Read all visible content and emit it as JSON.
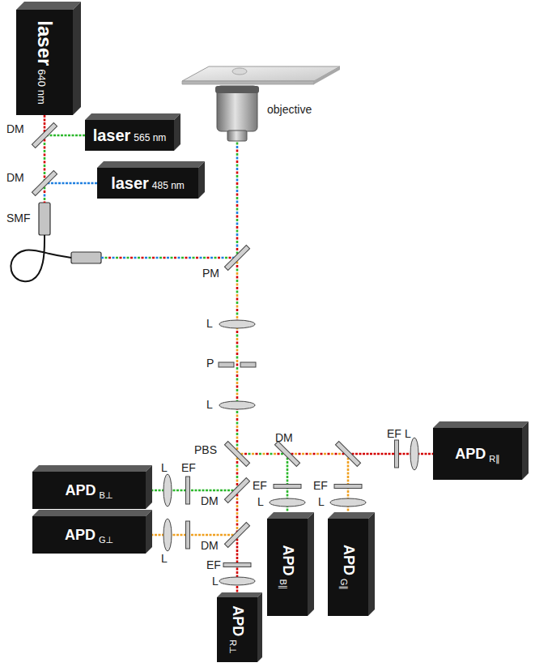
{
  "diagram": {
    "nodes": [
      {
        "text": [
          "laser",
          "640 nm"
        ]
      },
      {
        "text": [
          "laser",
          "565 nm"
        ]
      },
      {
        "text": [
          "laser",
          "485 nm"
        ]
      },
      {
        "text": [
          "APD",
          "R∥"
        ]
      },
      {
        "text": [
          "APD",
          "B⊥"
        ]
      },
      {
        "text": [
          "APD",
          "B∥"
        ]
      },
      {
        "text": [
          "APD",
          "G∥"
        ]
      },
      {
        "text": [
          "APD",
          "G⊥"
        ]
      },
      {
        "text": [
          "APD",
          "R⊥"
        ]
      }
    ],
    "labels": [
      "DM",
      "DM",
      "SMF",
      "objective",
      "PM",
      "L",
      "P",
      "L",
      "PBS",
      "DM",
      "EF",
      "L",
      "L",
      "EF",
      "DM",
      "DM",
      "L",
      "EF",
      "L",
      "EF",
      "L",
      "EF",
      "L"
    ]
  }
}
